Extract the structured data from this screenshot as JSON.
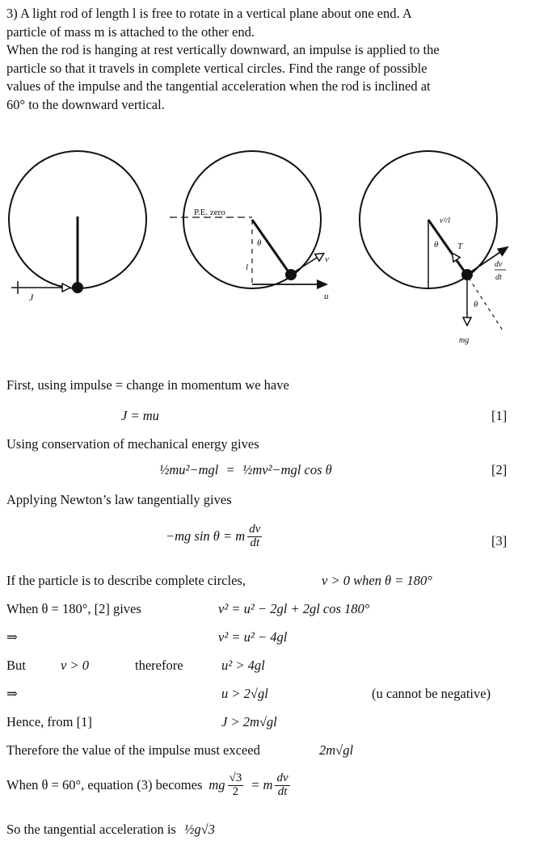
{
  "question": {
    "line1": "3) A light rod of length l is free to rotate in a vertical plane about one end. A",
    "line2": "particle of mass m is attached to the other end.",
    "line3": "When the rod is hanging at rest vertically downward, an impulse is applied to the",
    "line4": "particle so that it travels in complete vertical circles. Find the range of possible",
    "line5": "values of the impulse and the tangential acceleration when the rod is inclined at",
    "line6": "60° to the downward vertical."
  },
  "figure": {
    "d1_label_J": "J",
    "d2_label_pe": "P.E. zero",
    "d2_label_theta": "θ",
    "d2_label_l": "l",
    "d2_label_v": "v",
    "d2_label_u": "u",
    "d3_label_v2l": "v²/l",
    "d3_label_theta1": "θ",
    "d3_label_T": "T",
    "d3_label_dv": "dv",
    "d3_label_dt": "dt",
    "d3_label_theta2": "θ",
    "d3_label_mg": "mg"
  },
  "solution": {
    "s1_text": "First, using   impulse  =  change in momentum we have",
    "s1_eq": "J  =  mu",
    "s1_no": "[1]",
    "s2_text": "Using conservation of mechanical energy gives",
    "s2_eq_left": "½mu²−mgl",
    "s2_eq_eq": "=",
    "s2_eq_right": "½mv²−mgl cos θ",
    "s2_no": "[2]",
    "s3_text": "Applying Newton’s law tangentially gives",
    "s3_eq_left": "−mg sin θ  =  m",
    "s3_eq_num": "dv",
    "s3_eq_den": "dt",
    "s3_no": "[3]",
    "s4_text": "If the particle is to describe complete circles,",
    "s4_cond": "v > 0   when   θ  =  180°",
    "s5_text": "When   θ = 180°,   [2] gives",
    "s5_eq": "v²  =  u² − 2gl + 2gl cos 180°",
    "s6_arrow": "⇒",
    "s6_eq": "v²  =  u² − 4gl",
    "s7_but": "But",
    "s7_cond": "v > 0",
    "s7_therefore": "therefore",
    "s7_eq": "u²  >  4gl",
    "s8_arrow": "⇒",
    "s8_eq": "u  >  2√gl",
    "s8_note": "(u  cannot be negative)",
    "s9_text": "Hence, from [1]",
    "s9_eq": "J  >  2m√gl",
    "s10_text": "Therefore the value of the impulse must exceed",
    "s10_eq": "2m√gl",
    "s11_text": "When   θ = 60°,   equation (3) becomes",
    "s11_mg": "mg",
    "s11_num": "√3",
    "s11_den": "2",
    "s11_eq_m": "=  m",
    "s11_num2": "dv",
    "s11_den2": "dt",
    "s12_text": "So the tangential acceleration is",
    "s12_eq": "½g√3"
  }
}
